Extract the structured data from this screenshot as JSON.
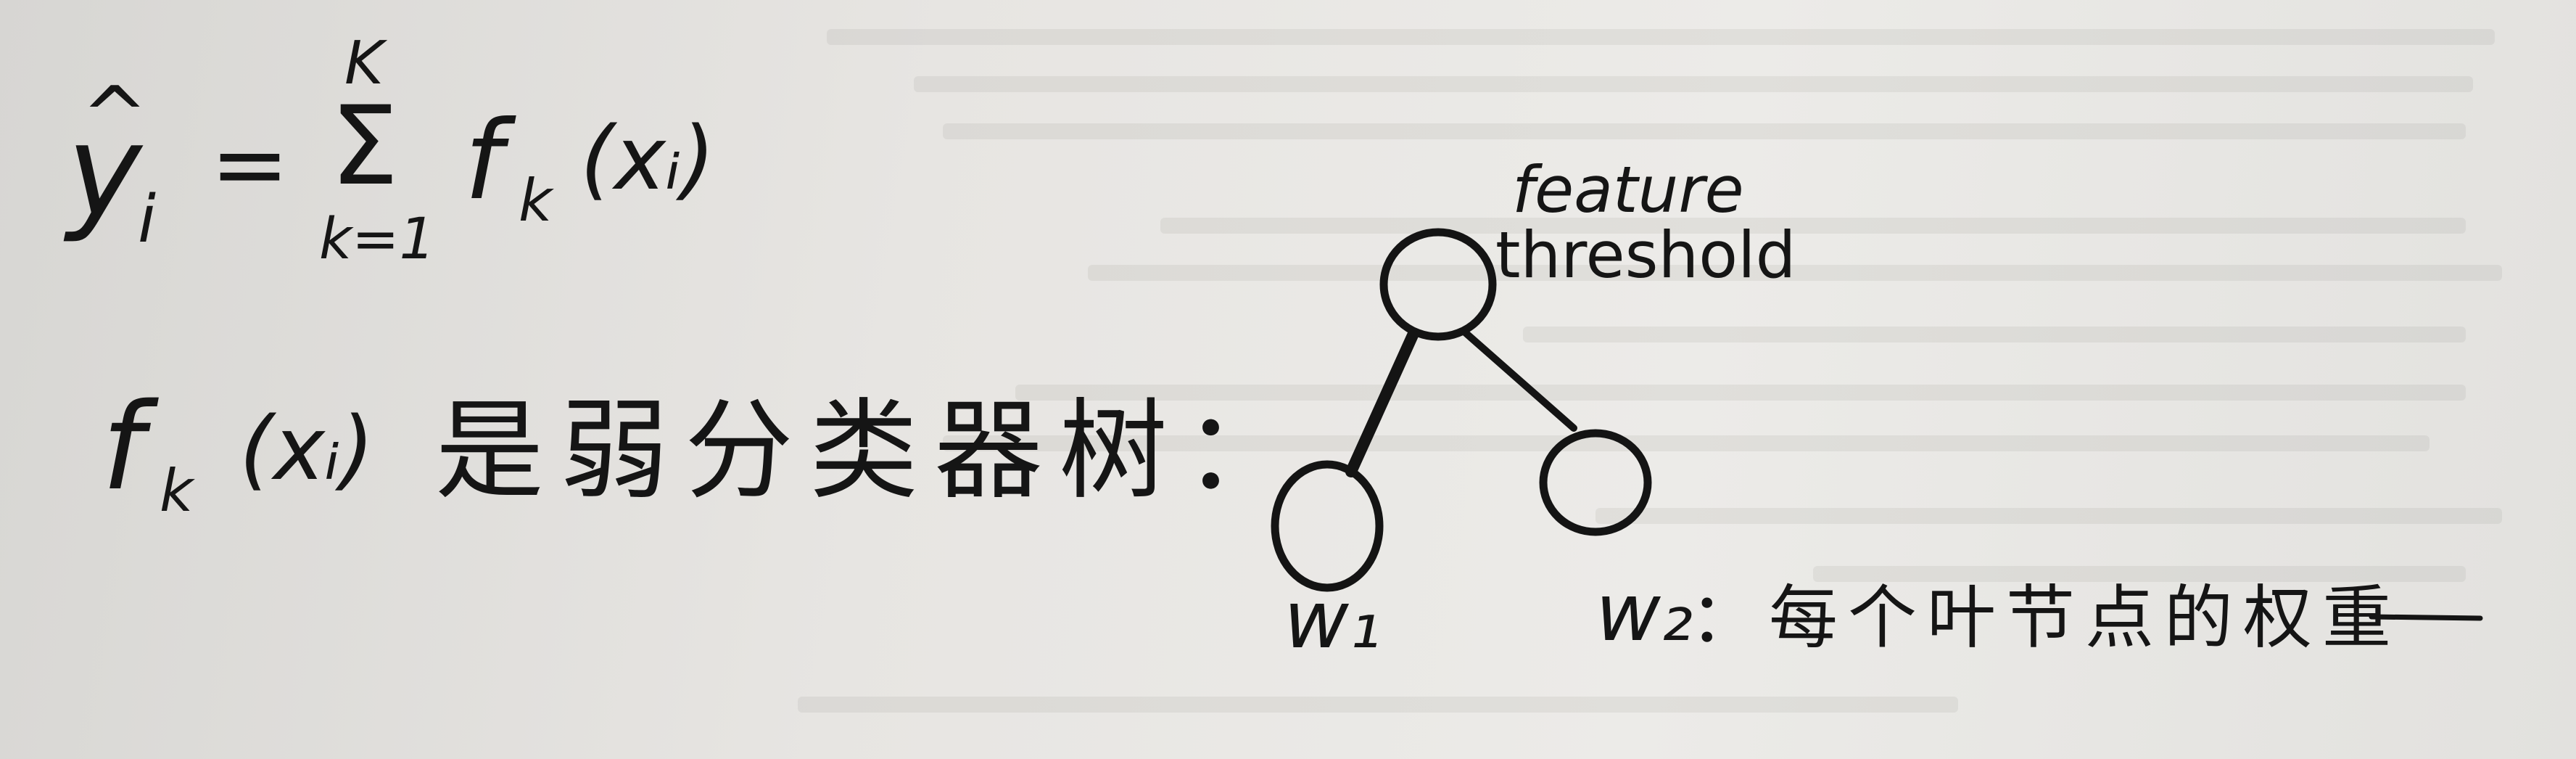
{
  "formula": {
    "lhs_symbol": "y",
    "lhs_hat": "^",
    "lhs_subscript": "i",
    "equals": "=",
    "sum_symbol": "Σ",
    "sum_upper": "K",
    "sum_lower": "k=1",
    "term": "f",
    "term_subscript": "k",
    "term_argument": "(xᵢ)"
  },
  "definition": {
    "function": "f",
    "function_subscript": "k",
    "function_argument": "(xᵢ)",
    "text": "是弱分类器树："
  },
  "tree": {
    "root_label_line1": "feature",
    "root_label_line2": "threshold",
    "left_leaf_label": "w₁",
    "right_leaf_label": "w₂",
    "leaf_note": "：每个叶节点的权重"
  }
}
